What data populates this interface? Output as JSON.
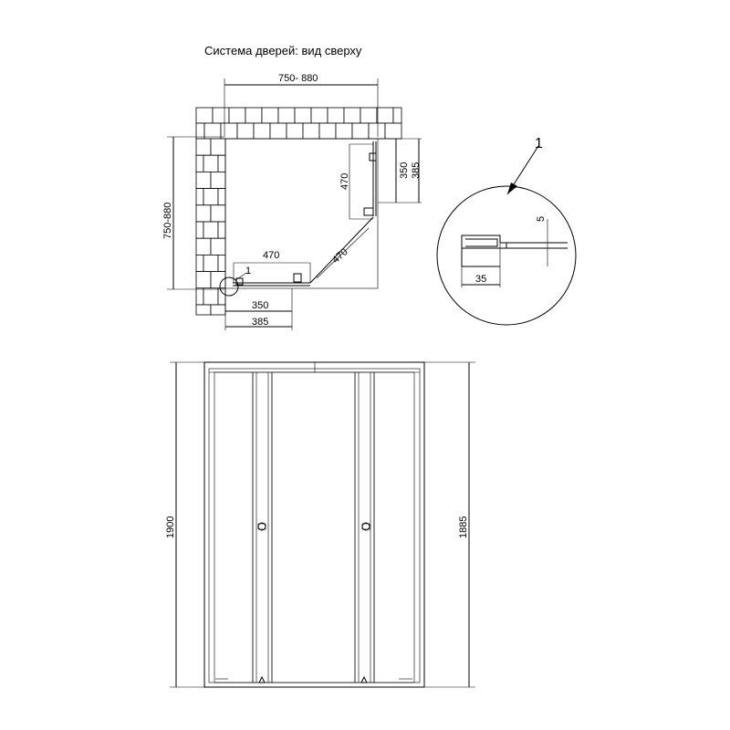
{
  "title": "Система дверей: вид сверху",
  "top_view": {
    "width_label": "750- 880",
    "depth_label": "750-880",
    "door_length_bottom": "470",
    "door_length_side": "470",
    "door_length_diag": "470",
    "side_panel_350": "350",
    "side_panel_385": "385",
    "bottom_panel_350": "350",
    "bottom_panel_385": "385",
    "callout_ref": "1"
  },
  "detail_view": {
    "callout_ref": "1",
    "gap_label": "5",
    "profile_width_label": "35"
  },
  "front_view": {
    "height_total": "1900",
    "height_glass": "1885"
  }
}
